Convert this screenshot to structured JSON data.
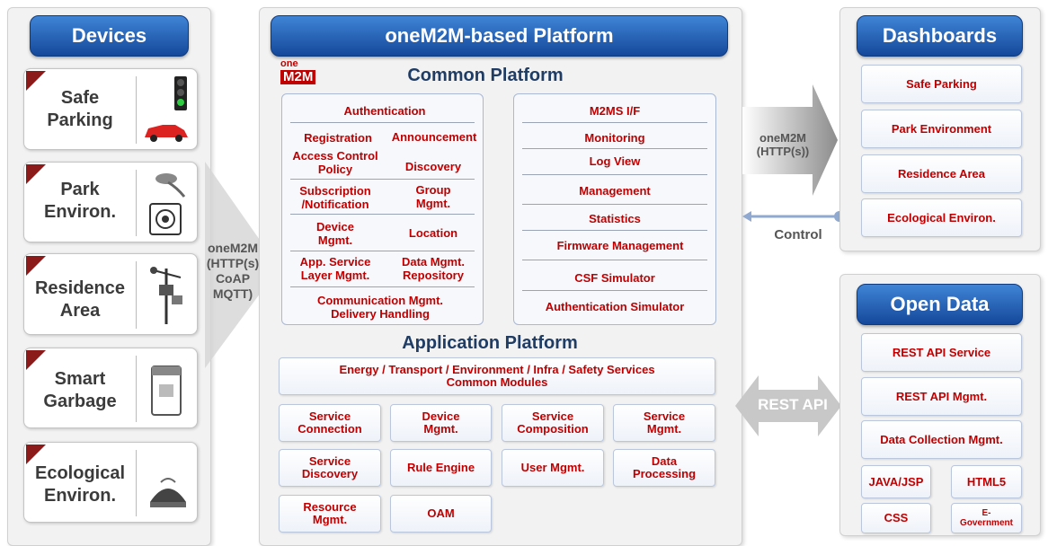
{
  "devices": {
    "title": "Devices",
    "items": [
      {
        "label_line1": "Safe",
        "label_line2": "Parking",
        "icon": "traffic-light-and-car-icon"
      },
      {
        "label_line1": "Park",
        "label_line2": "Environ.",
        "icon": "lamp-and-meter-icon"
      },
      {
        "label_line1": "Residence",
        "label_line2": "Area",
        "icon": "weather-station-icon"
      },
      {
        "label_line1": "Smart",
        "label_line2": "Garbage",
        "icon": "garbage-bin-icon"
      },
      {
        "label_line1": "Ecological",
        "label_line2": "Environ.",
        "icon": "ecology-sensor-icon"
      }
    ],
    "protocol_line1": "oneM2M",
    "protocol_line2": "(HTTP(s)",
    "protocol_line3": "CoAP",
    "protocol_line4": "MQTT)"
  },
  "platform": {
    "title": "oneM2M-based Platform",
    "logo_top": "one",
    "logo_bottom": "M2M",
    "common_title": "Common Platform",
    "left_box": {
      "authentication": "Authentication",
      "registration": "Registration",
      "announcement": "Announcement",
      "access_control_1": "Access Control",
      "access_control_2": "Policy",
      "discovery": "Discovery",
      "subscription_1": "Subscription",
      "subscription_2": "/Notification",
      "group_1": "Group",
      "group_2": "Mgmt.",
      "device_1": "Device",
      "device_2": "Mgmt.",
      "location": "Location",
      "app_service_1": "App. Service",
      "app_service_2": "Layer Mgmt.",
      "data_mgmt_1": "Data Mgmt.",
      "data_mgmt_2": "Repository",
      "communication_1": "Communication Mgmt.",
      "communication_2": "Delivery Handling"
    },
    "right_box": {
      "items": [
        "M2MS I/F",
        "Monitoring",
        "Log View",
        "Management",
        "Statistics",
        "Firmware Management",
        "CSF Simulator",
        "Authentication Simulator"
      ]
    },
    "app_title": "Application Platform",
    "app_banner_1": "Energy / Transport / Environment / Infra / Safety Services",
    "app_banner_2": "Common Modules",
    "modules": [
      {
        "l1": "Service",
        "l2": "Connection"
      },
      {
        "l1": "Device",
        "l2": "Mgmt."
      },
      {
        "l1": "Service",
        "l2": "Composition"
      },
      {
        "l1": "Service",
        "l2": "Mgmt."
      },
      {
        "l1": "Service",
        "l2": "Discovery"
      },
      {
        "l1": "Rule Engine",
        "l2": ""
      },
      {
        "l1": "User Mgmt.",
        "l2": ""
      },
      {
        "l1": "Data",
        "l2": "Processing"
      },
      {
        "l1": "Resource",
        "l2": "Mgmt."
      },
      {
        "l1": "OAM",
        "l2": ""
      }
    ]
  },
  "connector": {
    "onem2m_line1": "oneM2M",
    "onem2m_line2": "(HTTP(s))",
    "control": "Control",
    "rest_api": "REST API"
  },
  "dashboards": {
    "title": "Dashboards",
    "items": [
      "Safe Parking",
      "Park Environment",
      "Residence Area",
      "Ecological Environ."
    ]
  },
  "open_data": {
    "title": "Open Data",
    "items": [
      "REST API Service",
      "REST API Mgmt.",
      "Data Collection Mgmt."
    ],
    "small": [
      "JAVA/JSP",
      "HTML5",
      "CSS"
    ],
    "egov_1": "E-",
    "egov_2": "Government"
  },
  "colors": {
    "header_blue": "#1f5fb5",
    "label_red": "#c00000",
    "title_navy": "#1f3c64"
  }
}
